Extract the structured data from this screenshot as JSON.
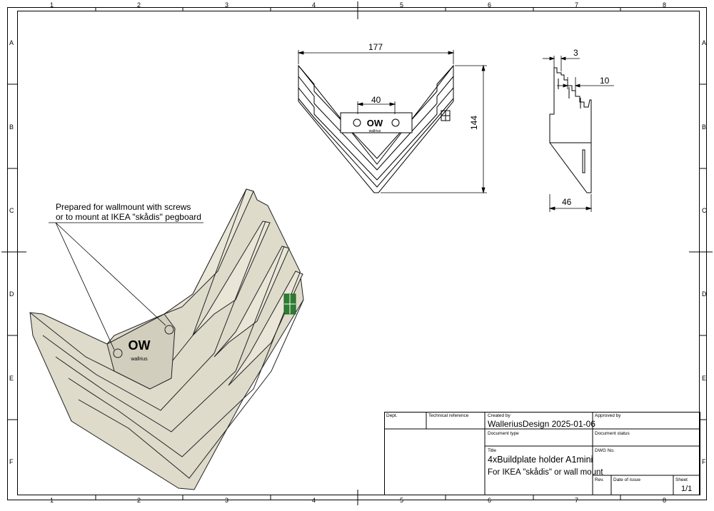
{
  "frame": {
    "columns": [
      "1",
      "2",
      "3",
      "4",
      "5",
      "6",
      "7",
      "8"
    ],
    "rows": [
      "A",
      "B",
      "C",
      "D",
      "E",
      "F"
    ]
  },
  "dimensions": {
    "front_width": "177",
    "front_slot": "40",
    "front_height": "144",
    "side_top": "3",
    "side_step": "10",
    "side_depth": "46"
  },
  "logo": {
    "text": "OW",
    "subtext": "wallrius"
  },
  "annotation": {
    "line1": "Prepared for wallmount with screws",
    "line2": "or to mount at IKEA \"skådis\" pegboard"
  },
  "title_block": {
    "dept_label": "Dept.",
    "tech_ref_label": "Technical reference",
    "created_by_label": "Created by",
    "created_by_value": "WalleriusDesign 2025-01-06",
    "approved_by_label": "Approved by",
    "doc_type_label": "Document type",
    "doc_status_label": "Document status",
    "title_label": "Title",
    "title_line1": "4xBuildplate holder A1mini",
    "title_line2": "For IKEA \"skådis\" or wall mount",
    "dwg_no_label": "DWG No.",
    "rev_label": "Rev.",
    "date_issue_label": "Date of issue",
    "sheet_label": "Sheet",
    "sheet_value": "1/1"
  },
  "colors": {
    "line": "#000000",
    "part_fill": "#e6e3d5",
    "part_shade": "#cfcbb9",
    "accent_green": "#2e7d32"
  }
}
